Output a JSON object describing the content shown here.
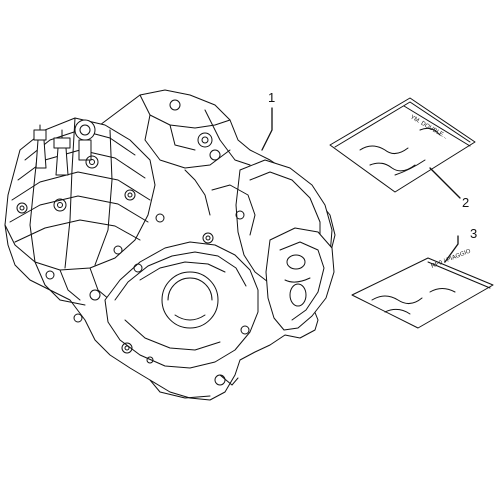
{
  "diagram": {
    "callouts": [
      {
        "id": "1",
        "label": "1"
      },
      {
        "id": "2",
        "label": "2"
      },
      {
        "id": "3",
        "label": "3"
      }
    ],
    "bag_labels": {
      "bag2": "YM. DOUBLE...",
      "bag3": "RP0 / PIAGGIO"
    },
    "colors": {
      "line": "#111111",
      "background": "#ffffff"
    }
  }
}
